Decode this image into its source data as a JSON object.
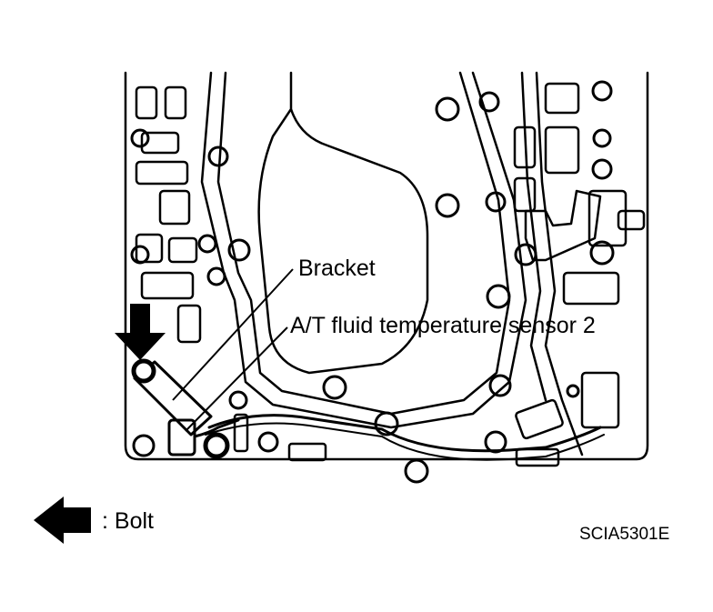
{
  "labels": {
    "bracket": "Bracket",
    "sensor": "A/T fluid temperature sensor 2"
  },
  "legend": {
    "icon": "arrow-left-icon",
    "text": ": Bolt"
  },
  "figure_code": "SCIA5301E",
  "colors": {
    "ink": "#000000",
    "paper": "#ffffff"
  }
}
